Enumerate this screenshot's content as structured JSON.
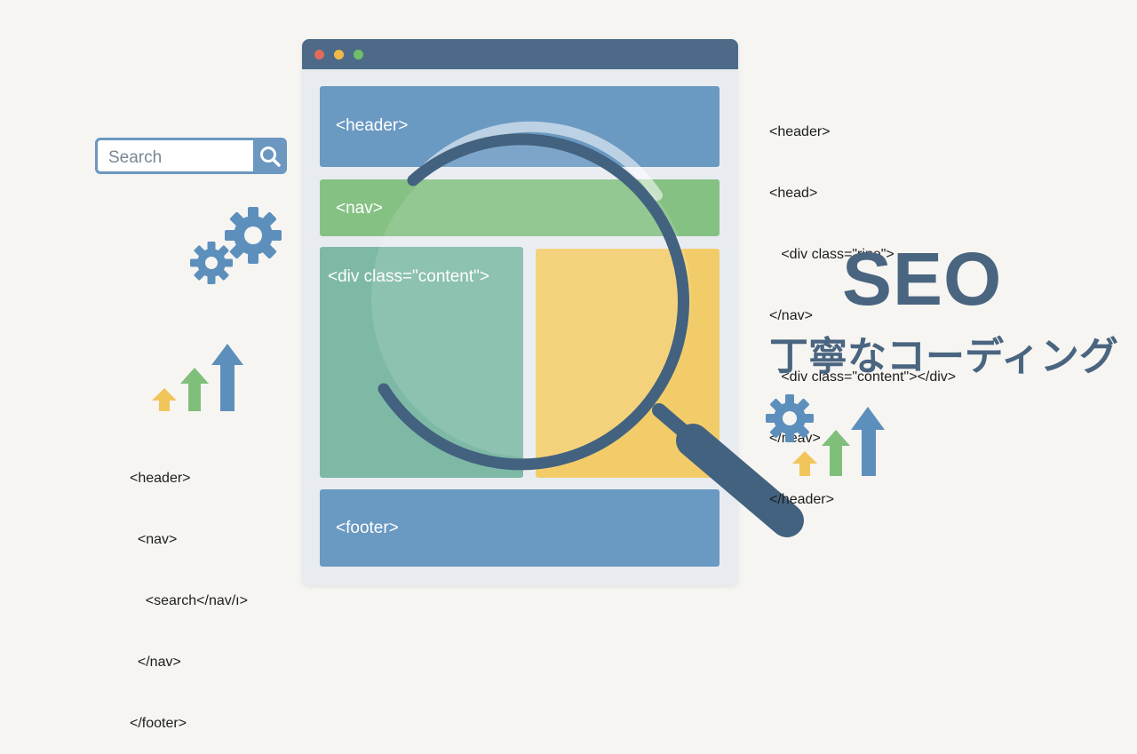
{
  "browser": {
    "window_dots": [
      "#e26a5a",
      "#f1b84a",
      "#6fbf6a"
    ],
    "header_label": "<header>",
    "nav_label": "<nav>",
    "content_label": "<div class=\"content\">",
    "footer_label": "<footer>"
  },
  "search": {
    "placeholder": "Search",
    "icon": "search-icon"
  },
  "code_right": [
    "<header>",
    "<head>",
    "   <div class=\"rine\">",
    "</nav>",
    "   <div class=\"content\"></div>",
    "</neav>",
    "</header>"
  ],
  "code_left": [
    "<header>",
    "  <nav>",
    "    <search</nav/ı>",
    "  </nav>",
    "</footer>"
  ],
  "seo": {
    "title": "SEO",
    "subtitle": "丁寧なコーディング"
  },
  "colors": {
    "blue": "#6a99c2",
    "green": "#86c184",
    "teal": "#7eb9a6",
    "yellow": "#f3cc6a",
    "navy": "#4a6580"
  },
  "icons": [
    "gear-icon",
    "arrow-up-icon",
    "magnifier-icon"
  ]
}
